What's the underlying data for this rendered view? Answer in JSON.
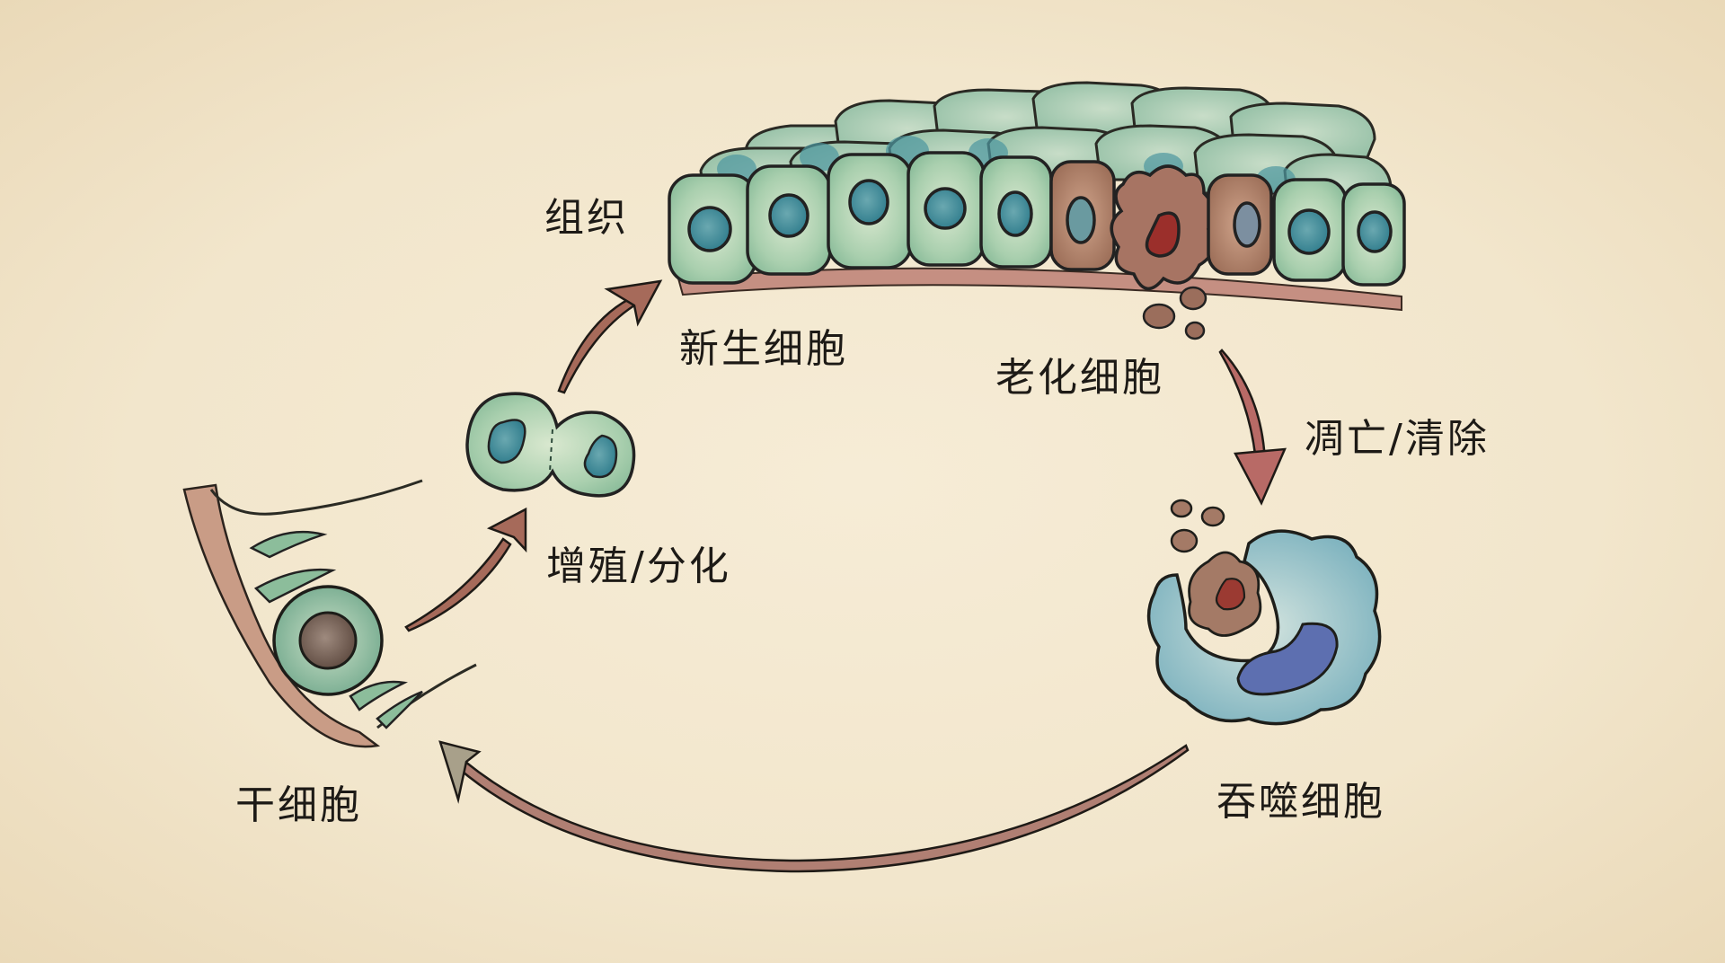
{
  "diagram": {
    "title_nodes": {
      "tissue": "组织",
      "new_cells": "新生细胞",
      "aged_cells": "老化细胞",
      "apoptosis_clearance": "凋亡/清除",
      "proliferation_differentiation": "增殖/分化",
      "stem_cell": "干细胞",
      "phagocyte": "吞噬细胞"
    },
    "flow": [
      {
        "from": "干细胞",
        "to": "增殖/分化"
      },
      {
        "from": "增殖/分化",
        "to": "新生细胞"
      },
      {
        "from": "老化细胞",
        "to": "吞噬细胞",
        "via": "凋亡/清除"
      },
      {
        "from": "吞噬细胞",
        "to": "干细胞"
      }
    ],
    "colors": {
      "background": "#f3e8cf",
      "healthy_cell": "#9cc7a6",
      "nucleus": "#3f8a96",
      "aged_cell": "#b08670",
      "aged_nucleus": "#9b3a32",
      "arrow": "#a66a5a",
      "phagocyte": "#8fbcc4",
      "phagocyte_nucleus": "#5b6fb0",
      "stem_nucleus": "#6e5a4e",
      "membrane": "#b48070"
    }
  }
}
